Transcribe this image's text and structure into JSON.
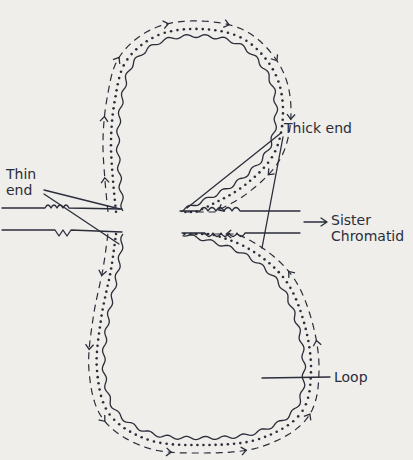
{
  "diagram": {
    "labels": [
      "Thin end",
      "Thick end",
      "Sister Chromatid",
      "Loop"
    ]
  }
}
